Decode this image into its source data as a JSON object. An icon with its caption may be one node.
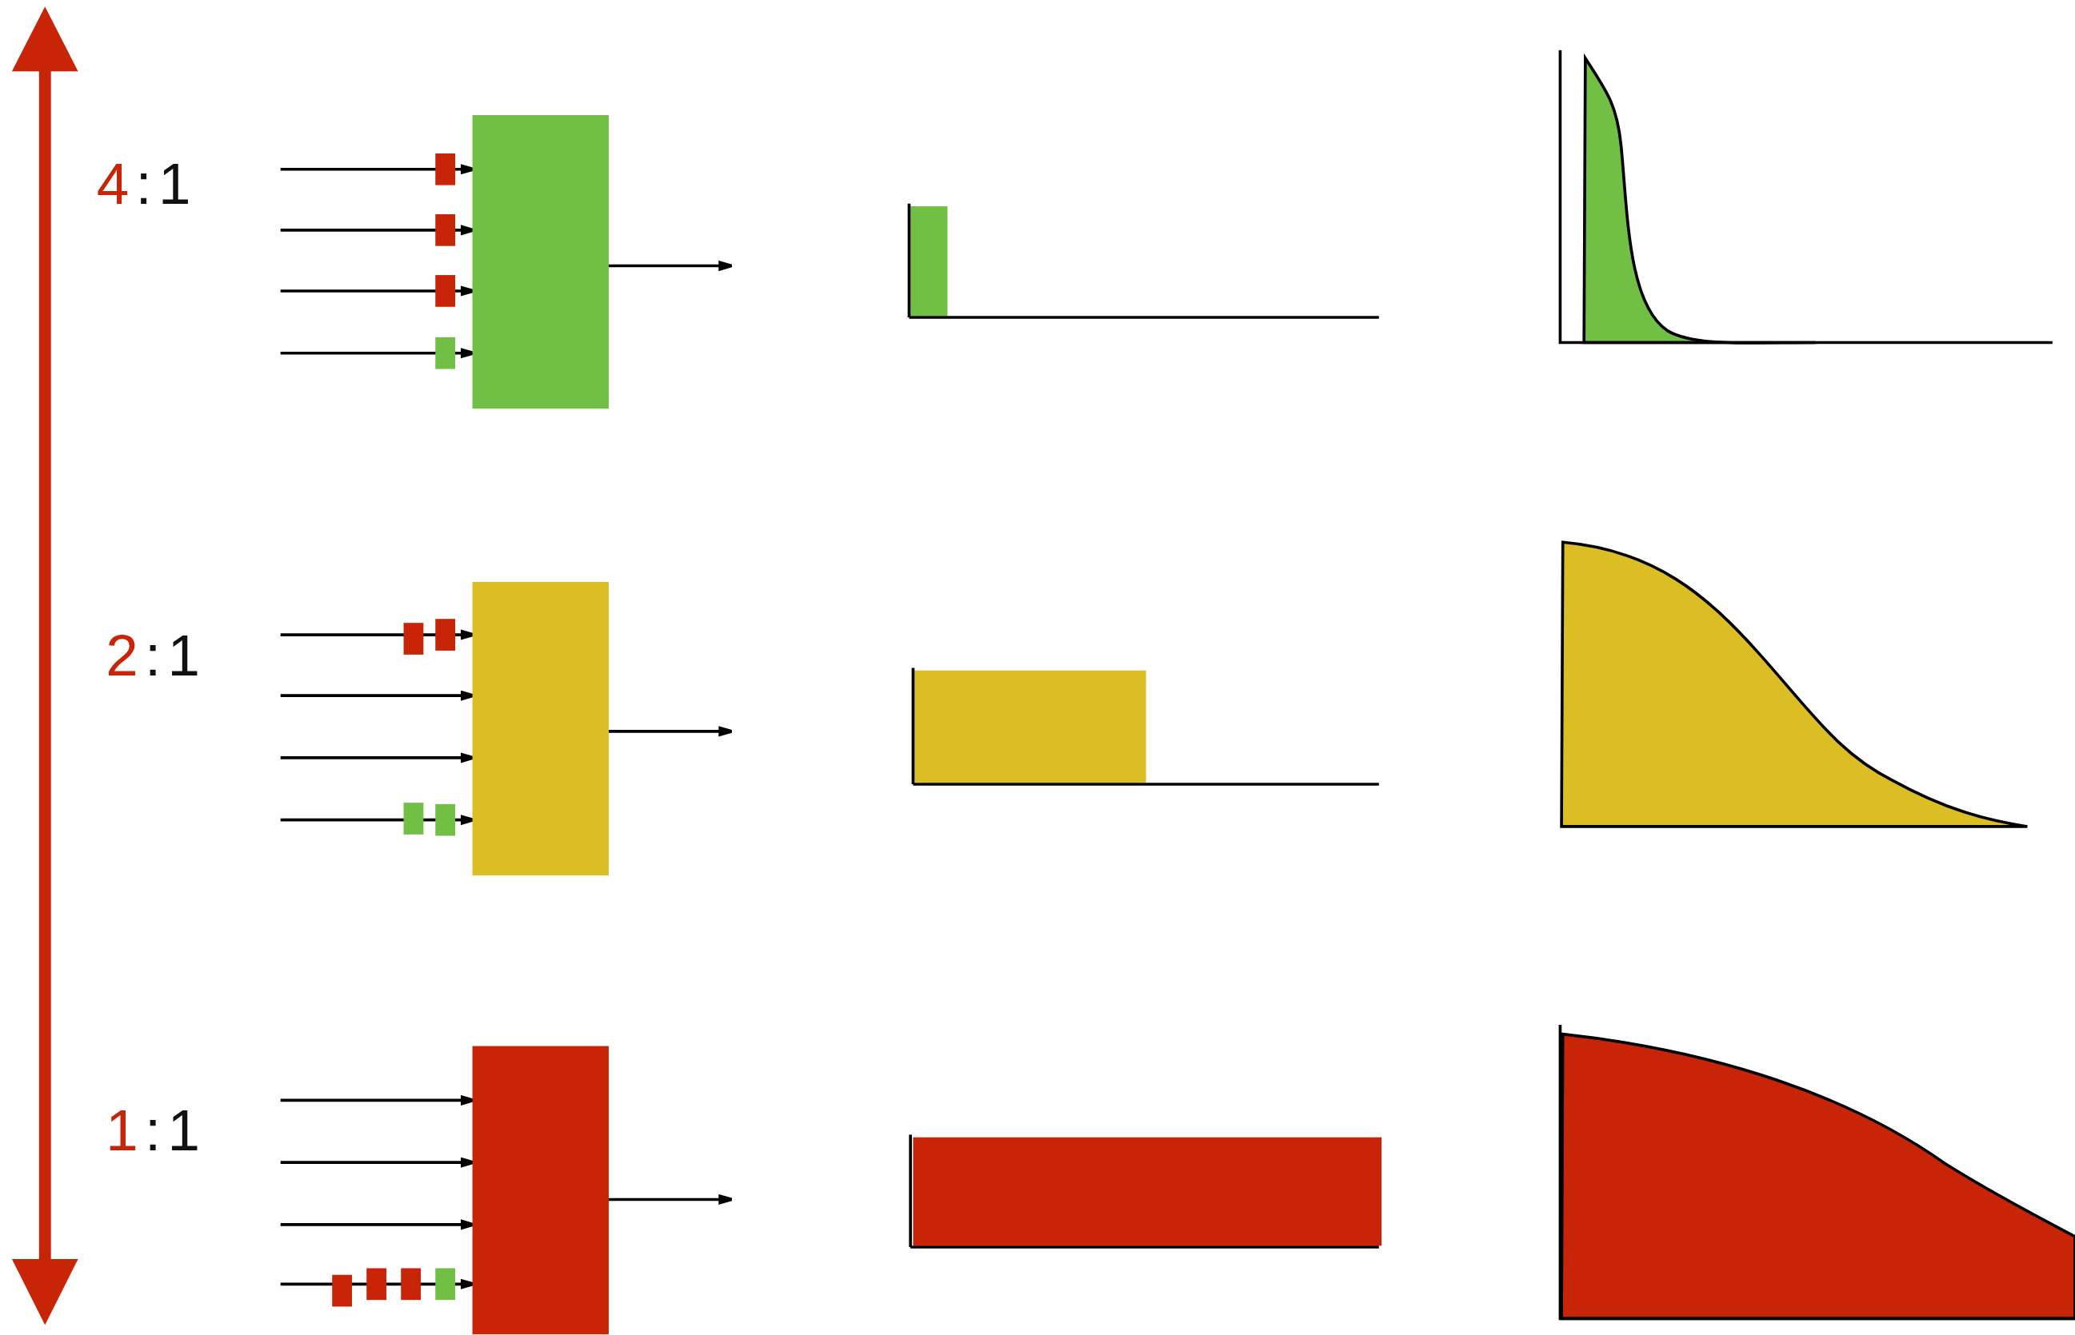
{
  "diagram": {
    "nodes": [
      {
        "text": [],
        "shape": "box"
      },
      {
        "text": [],
        "shape": "box"
      },
      {
        "text": [],
        "shape": "box"
      }
    ],
    "edges": [
      {
        "from": null,
        "to": 0,
        "arrow": "to"
      },
      {
        "from": null,
        "to": 0,
        "arrow": "to"
      },
      {
        "from": null,
        "to": 0,
        "arrow": "to"
      },
      {
        "from": null,
        "to": 0,
        "arrow": "to"
      },
      {
        "from": 0,
        "to": null,
        "arrow": "to"
      },
      {
        "from": null,
        "to": 1,
        "arrow": "to"
      },
      {
        "from": null,
        "to": 1,
        "arrow": "to"
      },
      {
        "from": null,
        "to": 1,
        "arrow": "to"
      },
      {
        "from": null,
        "to": 1,
        "arrow": "to"
      },
      {
        "from": 1,
        "to": null,
        "arrow": "to"
      },
      {
        "from": null,
        "to": 2,
        "arrow": "to"
      },
      {
        "from": null,
        "to": 2,
        "arrow": "to"
      },
      {
        "from": null,
        "to": 2,
        "arrow": "to"
      },
      {
        "from": null,
        "to": 2,
        "arrow": "to"
      },
      {
        "from": 2,
        "to": null,
        "arrow": "to"
      }
    ],
    "labels": [
      "4:1",
      "2:1",
      "1:1"
    ]
  }
}
